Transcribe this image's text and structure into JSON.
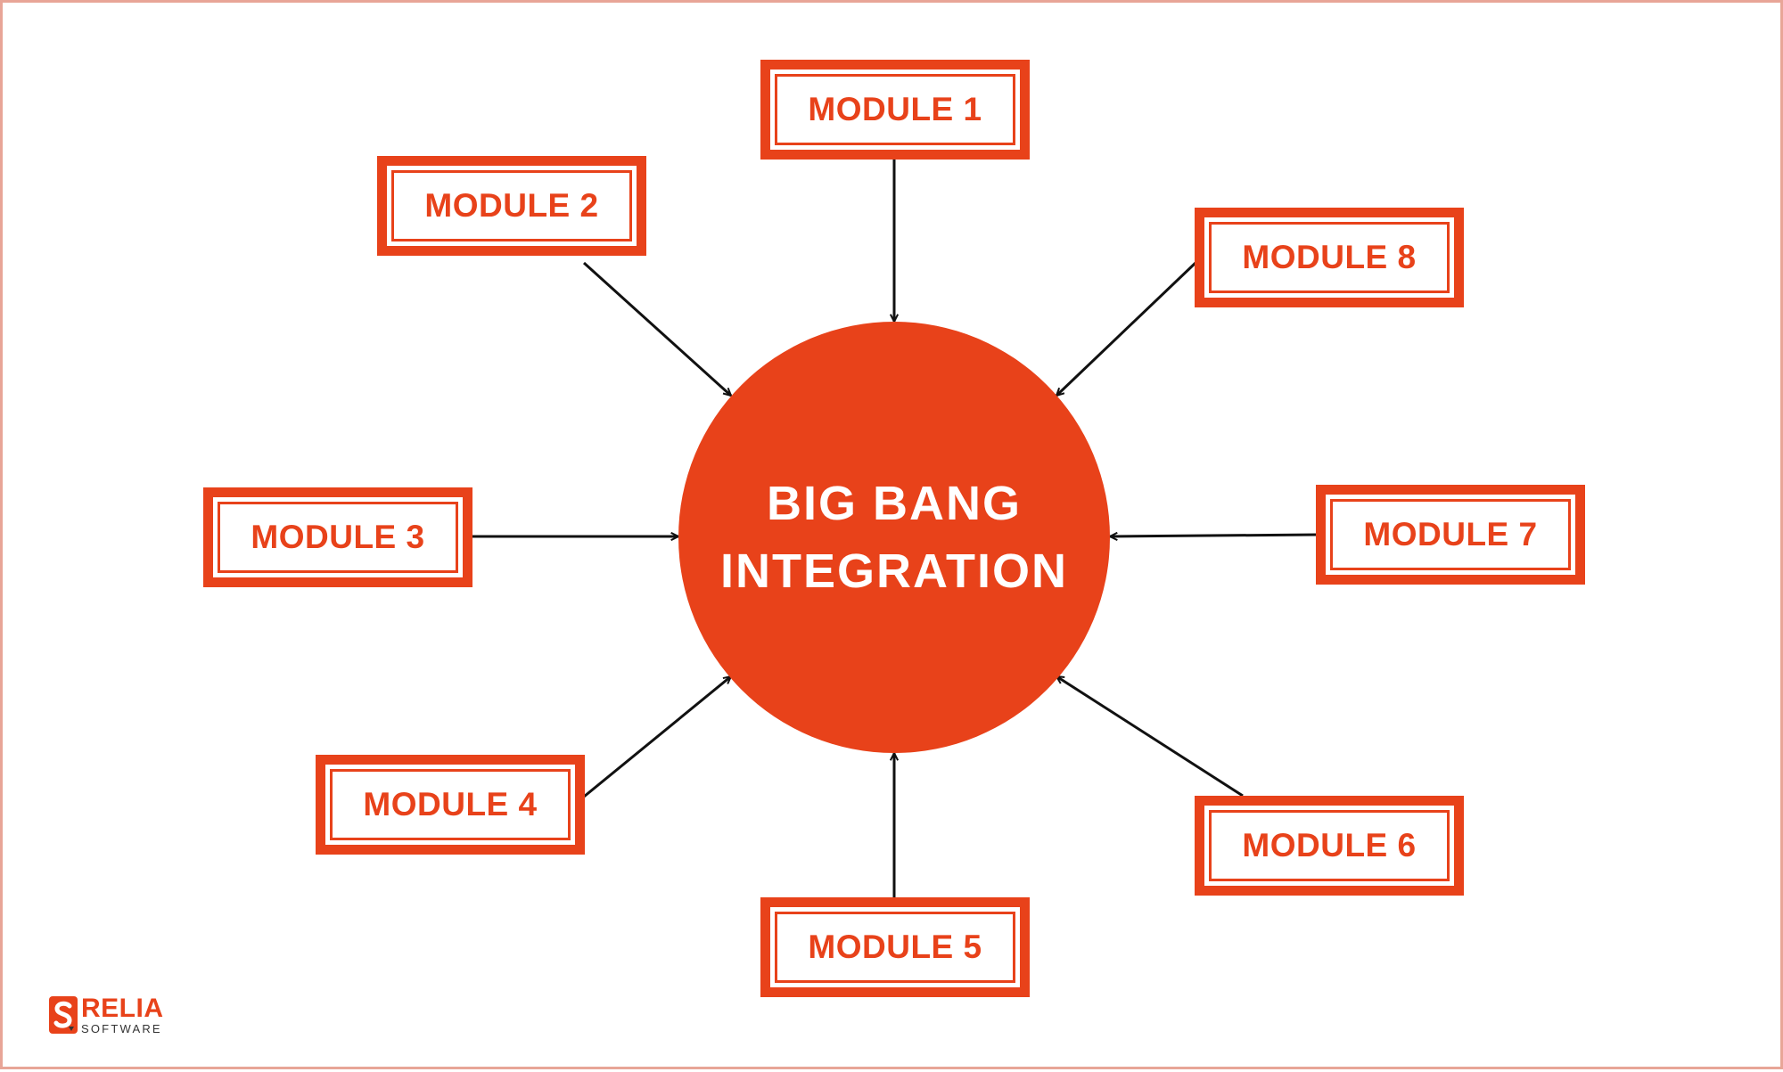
{
  "colors": {
    "accent": "#e8421a",
    "arrow": "#111111",
    "border": "#e8a597",
    "hub_text": "#ffffff",
    "background": "#ffffff"
  },
  "hub": {
    "line1": "BIG BANG",
    "line2": "INTEGRATION"
  },
  "modules": [
    {
      "label": "MODULE 1"
    },
    {
      "label": "MODULE 2"
    },
    {
      "label": "MODULE 3"
    },
    {
      "label": "MODULE 4"
    },
    {
      "label": "MODULE 5"
    },
    {
      "label": "MODULE 6"
    },
    {
      "label": "MODULE 7"
    },
    {
      "label": "MODULE 8"
    }
  ],
  "connections": [
    {
      "from": "MODULE 1",
      "to": "BIG BANG INTEGRATION"
    },
    {
      "from": "MODULE 2",
      "to": "BIG BANG INTEGRATION"
    },
    {
      "from": "MODULE 3",
      "to": "BIG BANG INTEGRATION"
    },
    {
      "from": "MODULE 4",
      "to": "BIG BANG INTEGRATION"
    },
    {
      "from": "MODULE 5",
      "to": "BIG BANG INTEGRATION"
    },
    {
      "from": "MODULE 6",
      "to": "BIG BANG INTEGRATION"
    },
    {
      "from": "MODULE 7",
      "to": "BIG BANG INTEGRATION"
    },
    {
      "from": "MODULE 8",
      "to": "BIG BANG INTEGRATION"
    }
  ],
  "logo": {
    "name": "RELIA",
    "subtitle": "SOFTWARE",
    "icon": "relia-s-logo-icon"
  }
}
